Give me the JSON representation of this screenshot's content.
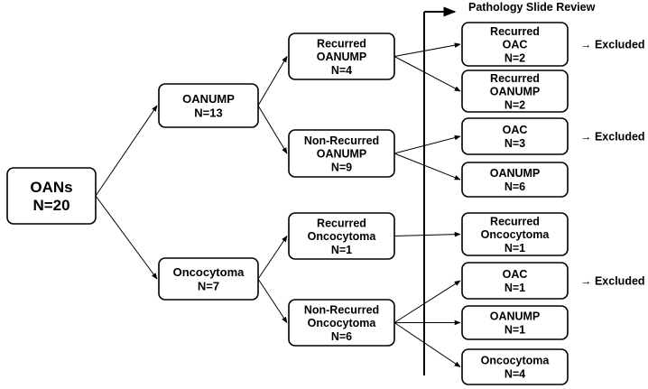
{
  "header": "Pathology Slide Review",
  "excluded_label": "→ Excluded",
  "nodes": {
    "oans": {
      "lines": [
        "OANs",
        "N=20"
      ]
    },
    "oanump": {
      "lines": [
        "OANUMP",
        "N=13"
      ]
    },
    "onco": {
      "lines": [
        "Oncocytoma",
        "N=7"
      ]
    },
    "rec_oanump": {
      "lines": [
        "Recurred",
        "OANUMP",
        "N=4"
      ]
    },
    "nonrec_oanump": {
      "lines": [
        "Non-Recurred",
        "OANUMP",
        "N=9"
      ]
    },
    "rec_onco": {
      "lines": [
        "Recurred",
        "Oncocytoma",
        "N=1"
      ]
    },
    "nonrec_onco": {
      "lines": [
        "Non-Recurred",
        "Oncocytoma",
        "N=6"
      ]
    },
    "r1": {
      "lines": [
        "Recurred",
        "OAC",
        "N=2"
      ]
    },
    "r2": {
      "lines": [
        "Recurred",
        "OANUMP",
        "N=2"
      ]
    },
    "r3": {
      "lines": [
        "OAC",
        "N=3"
      ]
    },
    "r4": {
      "lines": [
        "OANUMP",
        "N=6"
      ]
    },
    "r5": {
      "lines": [
        "Recurred",
        "Oncocytoma",
        "N=1"
      ]
    },
    "r6": {
      "lines": [
        "OAC",
        "N=1"
      ]
    },
    "r7": {
      "lines": [
        "OANUMP",
        "N=1"
      ]
    },
    "r8": {
      "lines": [
        "Oncocytoma",
        "N=4"
      ]
    }
  },
  "edges": [
    [
      "oans",
      "oanump"
    ],
    [
      "oans",
      "onco"
    ],
    [
      "oanump",
      "rec_oanump"
    ],
    [
      "oanump",
      "nonrec_oanump"
    ],
    [
      "onco",
      "rec_onco"
    ],
    [
      "onco",
      "nonrec_onco"
    ],
    [
      "rec_oanump",
      "r1"
    ],
    [
      "rec_oanump",
      "r2"
    ],
    [
      "nonrec_oanump",
      "r3"
    ],
    [
      "nonrec_oanump",
      "r4"
    ],
    [
      "rec_onco",
      "r5"
    ],
    [
      "nonrec_onco",
      "r6"
    ],
    [
      "nonrec_onco",
      "r7"
    ],
    [
      "nonrec_onco",
      "r8"
    ]
  ],
  "excluded_nodes": [
    "r1",
    "r3",
    "r6"
  ]
}
